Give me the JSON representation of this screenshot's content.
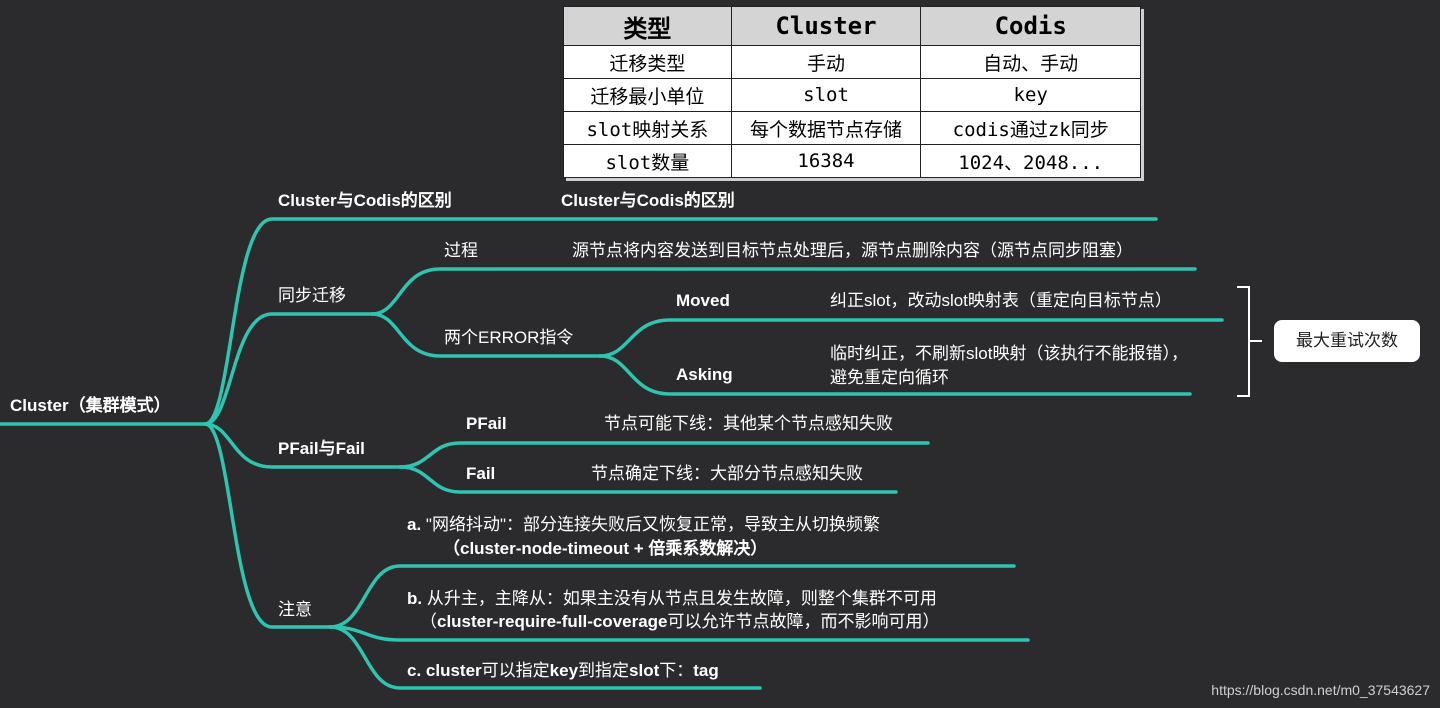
{
  "colors": {
    "background": "#2b2b2d",
    "branch": "#2ec4b0",
    "text": "#ffffff"
  },
  "root": {
    "label": "Cluster（集群模式）"
  },
  "branches": {
    "diff": {
      "label": "Cluster与Codis的区别",
      "detail": "Cluster与Codis的区别"
    },
    "sync": {
      "label": "同步迁移",
      "process": {
        "label": "过程",
        "detail": "源节点将内容发送到目标节点处理后，源节点删除内容（源节点同步阻塞）"
      },
      "errors": {
        "label": "两个ERROR指令",
        "moved": {
          "label": "Moved",
          "detail": "纠正slot，改动slot映射表（重定向目标节点）"
        },
        "asking": {
          "label": "Asking",
          "detail": "临时纠正，不刷新slot映射（该执行不能报错），避免重定向循环"
        },
        "callout": "最大重试次数"
      }
    },
    "pfail": {
      "label": "PFail与Fail",
      "pfail": {
        "label": "PFail",
        "detail": "节点可能下线：其他某个节点感知失败"
      },
      "fail": {
        "label": "Fail",
        "detail": "节点确定下线：大部分节点感知失败"
      }
    },
    "notes": {
      "label": "注意",
      "a": {
        "line1_prefix": "a.",
        "line1_text": "\"网络抖动\"：部分连接失败后又恢复正常，导致主从切换频繁",
        "line2": "（cluster-node-timeout + 倍乘系数解决）"
      },
      "b": {
        "line1_prefix": "b.",
        "line1_text": "从升主，主降从：如果主没有从节点且发生故障，则整个集群不可用",
        "line2_open": "（",
        "line2_bold": "cluster-require-full-coverage",
        "line2_rest": "可以允许节点故障，而不影响可用）"
      },
      "c": {
        "prefix": "c. cluster",
        "t1": "可以指定",
        "key": "key",
        "t2": "到指定",
        "slot": "slot",
        "t3": "下：",
        "tag": "tag"
      }
    }
  },
  "table": {
    "headers": [
      "类型",
      "Cluster",
      "Codis"
    ],
    "rows": [
      [
        "迁移类型",
        "手动",
        "自动、手动"
      ],
      [
        "迁移最小单位",
        "slot",
        "key"
      ],
      [
        "slot映射关系",
        "每个数据节点存储",
        "codis通过zk同步"
      ],
      [
        "slot数量",
        "16384",
        "1024、2048..."
      ]
    ]
  },
  "watermark": "https://blog.csdn.net/m0_37543627"
}
